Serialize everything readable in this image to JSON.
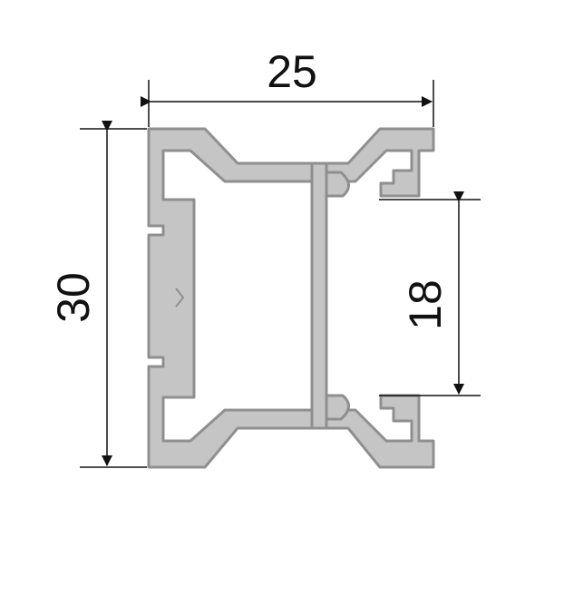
{
  "drawing": {
    "profile_fill": "#c5c5c5",
    "profile_stroke": "#8f8f8f",
    "dimension_color": "#111111",
    "dimensions": {
      "width": {
        "value": 25,
        "label": "25"
      },
      "height": {
        "value": 30,
        "label": "30"
      },
      "slot": {
        "value": 18,
        "label": "18"
      }
    }
  }
}
